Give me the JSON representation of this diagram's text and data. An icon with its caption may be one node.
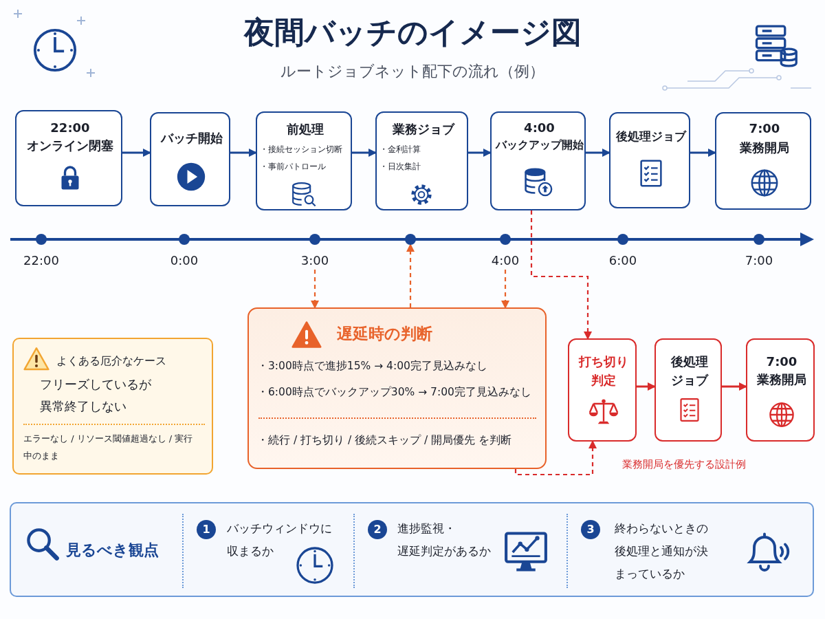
{
  "diagram": {
    "title": "夜間バッチのイメージ図",
    "nodes": [
      {
        "text": [
          "22:00",
          "オンライン閉塞"
        ]
      },
      {
        "text": [
          "バッチ開始"
        ]
      },
      {
        "text": [
          "前処理",
          "・接続セッション切断",
          "・事前パトロール"
        ]
      },
      {
        "text": [
          "業務ジョブ",
          "・金利計算",
          "・日次集計"
        ]
      },
      {
        "text": [
          "4:00",
          "バックアップ開始"
        ]
      },
      {
        "text": [
          "後処理ジョブ"
        ]
      },
      {
        "text": [
          "7:00",
          "業務開局"
        ]
      },
      {
        "text": [
          "3:00"
        ]
      },
      {
        "text": [],
        "shape": "circle"
      },
      {
        "text": [
          "4:00"
        ]
      },
      {
        "text": [
          "よくある厄介なケース",
          "フリーズしているが異常終了しない",
          "エラーなし / リソース閾値超過なし / 実行中のまま"
        ]
      },
      {
        "text": [
          "遅延時の判断",
          "・3:00時点で進捗15% → 4:00完了見込みなし",
          "・6:00時点でバックアップ30% → 7:00完了見込みなし",
          "・続行 / 打ち切り / 後続スキップ / 開局優先 を判断"
        ]
      },
      {
        "text": [
          "打ち切り判定"
        ]
      },
      {
        "text": [
          "後処理ジョブ"
        ]
      },
      {
        "text": [
          "7:00",
          "業務開局"
        ]
      },
      {
        "text": [
          "見るべき観点",
          "1",
          "バッチウィンドウに収まるか",
          "2",
          "進捗監視・遅延判定があるか",
          "3",
          "終わらないときの後処理と通知が決まっているか"
        ]
      }
    ],
    "edges": [
      {
        "from": 0,
        "to": 1,
        "arrow": "to"
      },
      {
        "from": 1,
        "to": 2,
        "arrow": "to"
      },
      {
        "from": 2,
        "to": 3,
        "arrow": "to"
      },
      {
        "from": 3,
        "to": 4,
        "arrow": "to"
      },
      {
        "from": 4,
        "to": 5,
        "arrow": "to"
      },
      {
        "from": 5,
        "to": 6,
        "arrow": "to"
      },
      {
        "from": 7,
        "to": 11,
        "arrow": "to",
        "style": "dashed",
        "color": "#e8622a"
      },
      {
        "from": 11,
        "to": 8,
        "arrow": "to",
        "style": "dashed",
        "color": "#e8622a"
      },
      {
        "from": 9,
        "to": 11,
        "arrow": "to",
        "style": "dashed",
        "color": "#e8622a"
      },
      {
        "from": 4,
        "to": 12,
        "arrow": "to",
        "style": "dashed",
        "color": "#d92b2b"
      },
      {
        "from": 11,
        "to": 12,
        "arrow": "to",
        "style": "dashed",
        "color": "#d92b2b"
      },
      {
        "from": 12,
        "to": 13,
        "arrow": "to",
        "color": "#d92b2b"
      },
      {
        "from": 13,
        "to": 14,
        "arrow": "to",
        "color": "#d92b2b"
      }
    ],
    "labels": [
      "ルートジョブネット配下の流れ（例）",
      "22:00",
      "0:00",
      "6:00",
      "7:00",
      "業務開局を優先する設計例"
    ]
  }
}
